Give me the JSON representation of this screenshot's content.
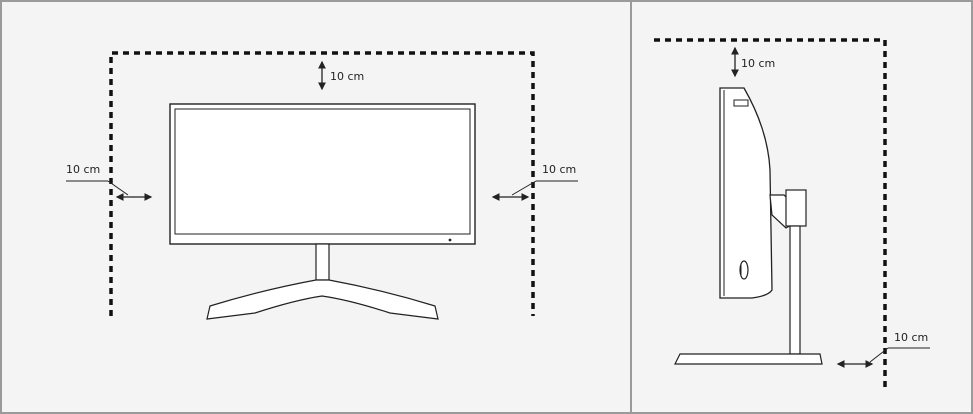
{
  "front_view": {
    "clearance_top": "10 cm",
    "clearance_left": "10 cm",
    "clearance_right": "10 cm"
  },
  "side_view": {
    "clearance_top": "10 cm",
    "clearance_back": "10 cm"
  }
}
